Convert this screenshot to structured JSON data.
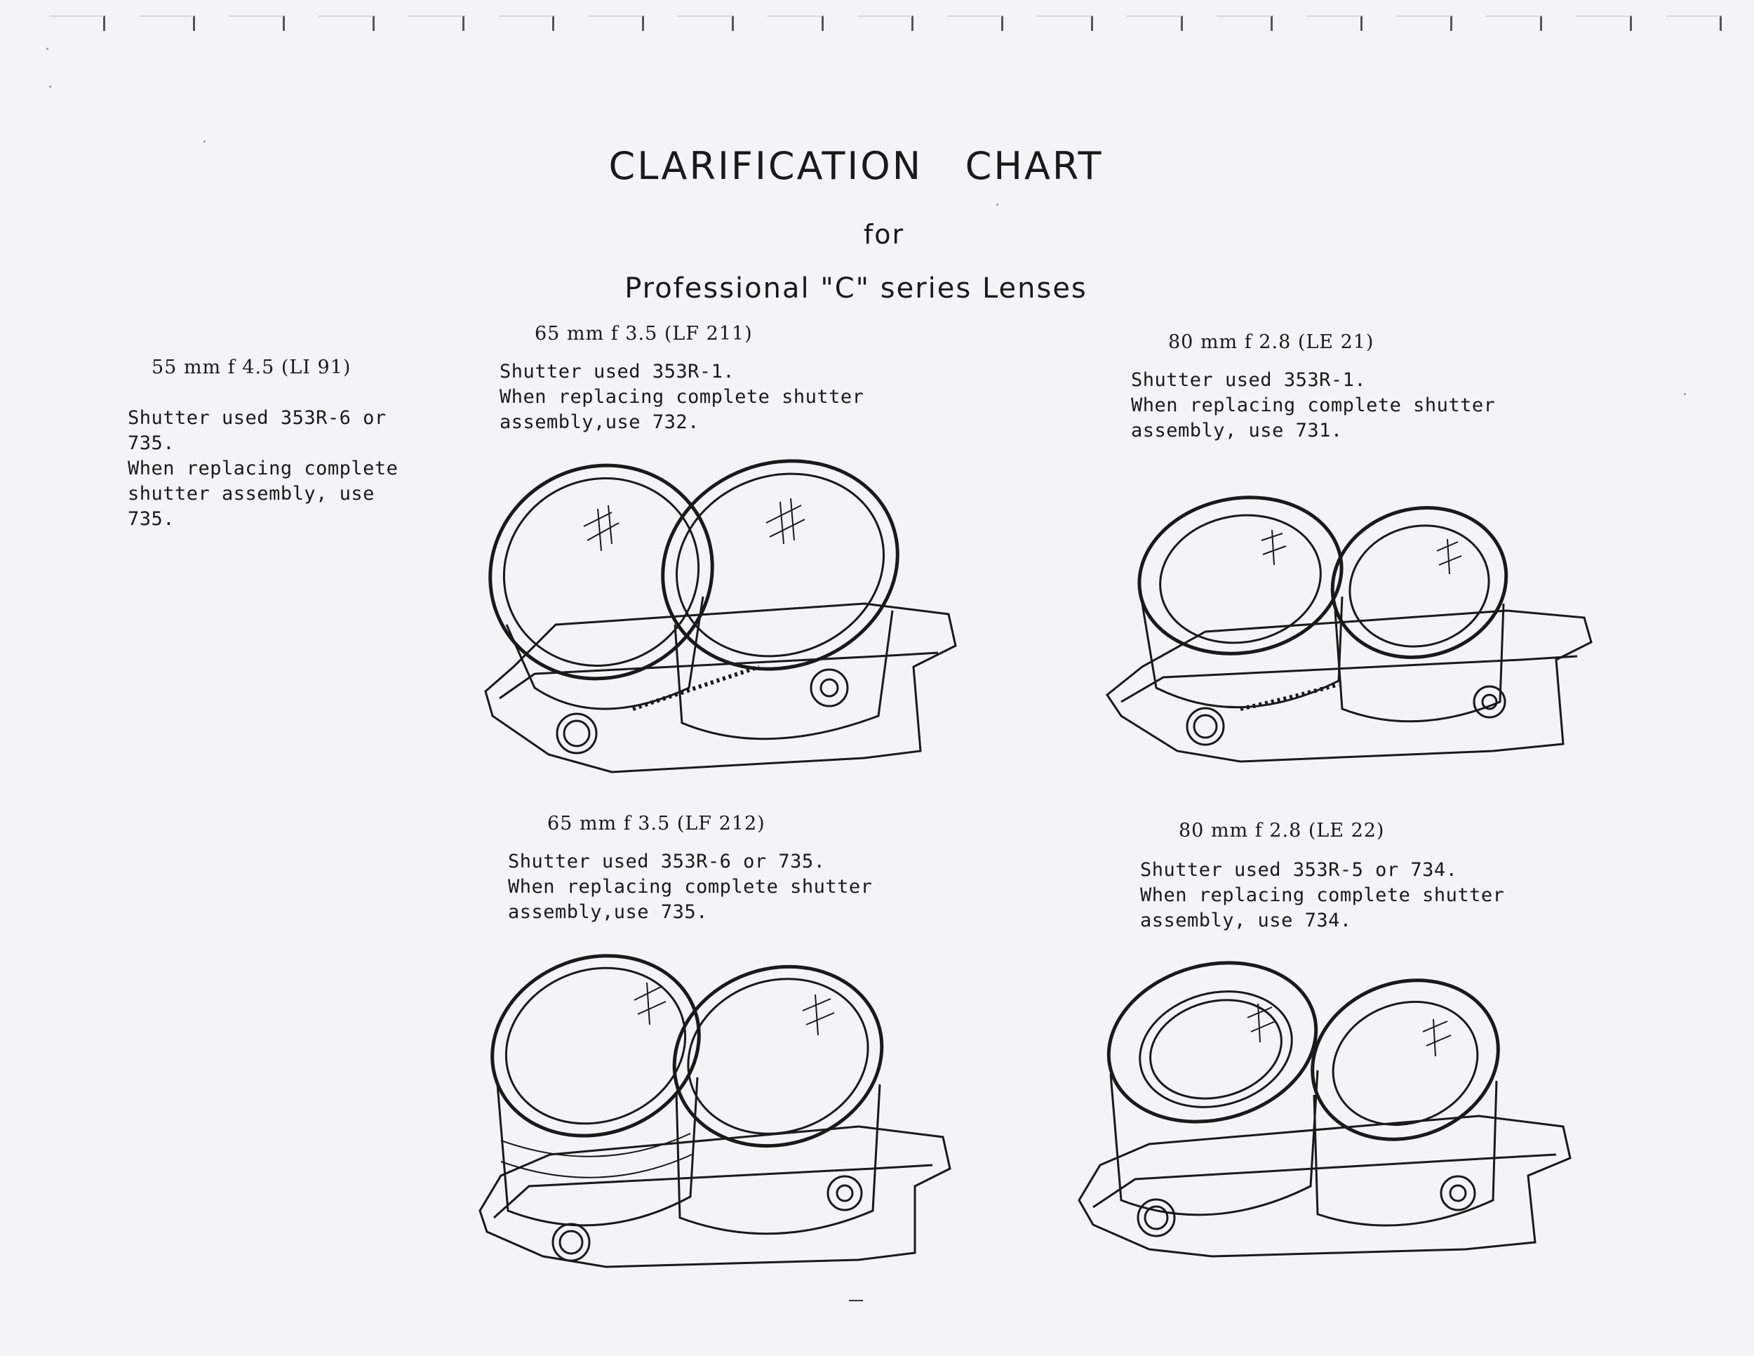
{
  "header": {
    "title": "CLARIFICATION   CHART",
    "connector": "for",
    "subtitle": "Professional \"C\" series Lenses"
  },
  "lenses": [
    {
      "heading": "55 mm f 4.5 (LI 91)",
      "lines": [
        "Shutter used 353R-6 or",
        "735.",
        "When replacing complete",
        "shutter assembly, use",
        "735."
      ]
    },
    {
      "heading": "65 mm f 3.5 (LF 211)",
      "lines": [
        "Shutter used 353R-1.",
        "When replacing complete shutter",
        "assembly,use 732."
      ]
    },
    {
      "heading": "80 mm f 2.8 (LE 21)",
      "lines": [
        "Shutter used 353R-1.",
        "When replacing complete shutter",
        "assembly, use 731."
      ]
    },
    {
      "heading": "65 mm f 3.5 (LF 212)",
      "lines": [
        "Shutter used 353R-6 or 735.",
        "When replacing complete shutter",
        "assembly,use 735."
      ]
    },
    {
      "heading": "80 mm f 2.8 (LE 22)",
      "lines": [
        "Shutter used 353R-5 or 734.",
        "When replacing complete shutter",
        "assembly, use 734."
      ]
    }
  ],
  "colors": {
    "paper": "#f4f4f6",
    "ink": "#1a1a1a"
  }
}
